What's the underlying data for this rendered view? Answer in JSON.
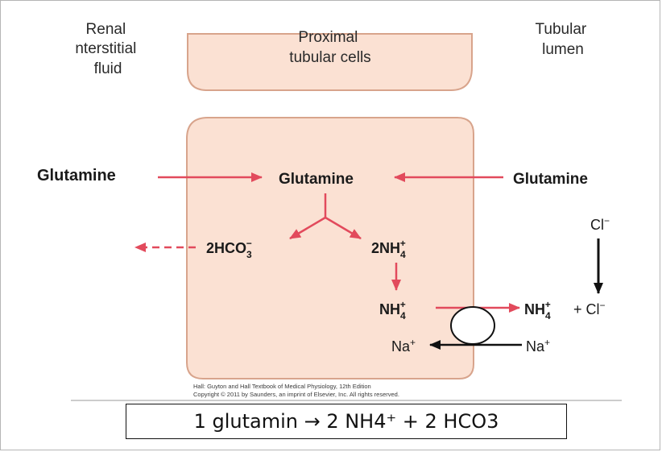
{
  "regions": {
    "interstitial": [
      "Renal",
      "nterstitial",
      "fluid"
    ],
    "cells": [
      "Proximal",
      "tubular cells"
    ],
    "lumen": [
      "Tubular",
      "lumen"
    ]
  },
  "molecules": {
    "glutamine_interstitial": "Glutamine",
    "glutamine_cell": "Glutamine",
    "glutamine_lumen": "Glutamine",
    "bicarbonate": "2HCO",
    "bicarbonate_sub": "3",
    "bicarbonate_sup": "−",
    "ammonium_2": "2NH",
    "ammonium_2_sub": "4",
    "ammonium_2_sup": "+",
    "ammonium_cell": "NH",
    "ammonium_cell_sub": "4",
    "ammonium_cell_sup": "+",
    "ammonium_lumen": "NH",
    "ammonium_lumen_sub": "4",
    "ammonium_lumen_sup": "+",
    "plus_chloride": "+ Cl",
    "plus_chloride_sup": "−",
    "chloride": "Cl",
    "chloride_sup": "−",
    "sodium_cell": "Na",
    "sodium_cell_sup": "+",
    "sodium_lumen": "Na",
    "sodium_lumen_sup": "+"
  },
  "credit": {
    "line1": "Hall: Guyton and Hall Textbook of Medical Physiology, 12th Edition",
    "line2": "Copyright © 2011 by Saunders, an imprint of Elsevier, Inc. All rights reserved."
  },
  "equation": "1 glutamin → 2 NH4⁺ + 2 HCO3",
  "colors": {
    "cell_fill": "#fbe1d3",
    "cell_stroke": "#d8a48c",
    "arrow_red": "#e24a5c",
    "arrow_black": "#111111"
  }
}
